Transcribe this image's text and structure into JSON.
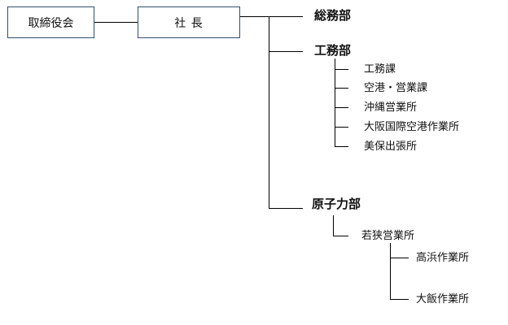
{
  "board": "取締役会",
  "president": "社 長",
  "departments": {
    "general_affairs": {
      "name": "総務部"
    },
    "engineering": {
      "name": "工務部",
      "sections": [
        "工務課",
        "空港・営業課",
        "沖縄営業所",
        "大阪国際空港作業所",
        "美保出張所"
      ]
    },
    "nuclear": {
      "name": "原子力部",
      "office": "若狭営業所",
      "sub_offices": [
        "高浜作業所",
        "大飯作業所"
      ]
    }
  },
  "colors": {
    "line": "#000000",
    "box_border": "#2f4f6f"
  }
}
